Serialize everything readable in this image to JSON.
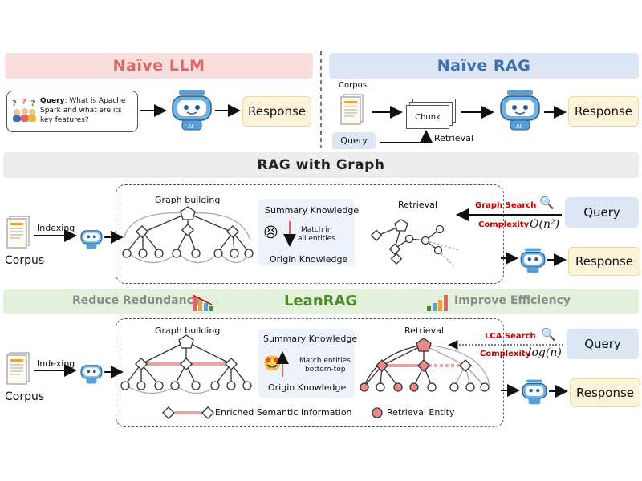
{
  "panels": {
    "naive_llm": {
      "title": "Naïve LLM",
      "query_label": "Query",
      "query_text": ": What is Apache Spark and what are its key features?",
      "response": "Response"
    },
    "naive_rag": {
      "title": "Naïve RAG",
      "corpus": "Corpus",
      "chunk": "Chunk",
      "query": "Query",
      "retrieval": "Retrieval",
      "response": "Response"
    },
    "rag_graph": {
      "title": "RAG with Graph",
      "indexing": "Indexing",
      "corpus": "Corpus",
      "graph_building": "Graph building",
      "summary_knowledge": "Summary Knowledge",
      "match_text_1": "Match in",
      "match_text_2": "all entities",
      "origin_knowledge": "Origin  Knowledge",
      "retrieval": "Retrieval",
      "graph_search": "Graph Search",
      "complexity": "Complexity",
      "complexity_value": "O(n²)",
      "query": "Query",
      "response": "Response"
    },
    "leanrag_band": {
      "reduce": "Reduce Redundancy",
      "title": "LeanRAG",
      "improve": "Improve Efficiency"
    },
    "leanrag": {
      "indexing": "Indexing",
      "corpus": "Corpus",
      "graph_building": "Graph building",
      "summary_knowledge": "Summary Knowledge",
      "match_text_1": "Match entities",
      "match_text_2": "bottom-top",
      "origin_knowledge": "Origin  Knowledge",
      "retrieval": "Retrieval",
      "lca_search": "LCA Search",
      "complexity": "Complexity",
      "complexity_value": "log(n)",
      "query": "Query",
      "response": "Response",
      "legend_enriched": "Enriched Semantic Information",
      "legend_entity": "Retrieval Entity"
    }
  },
  "colors": {
    "naive_llm_band": "#f9dede",
    "naive_llm_title": "#e06666",
    "naive_rag_band": "#dde6f4",
    "naive_rag_title": "#3b6fb6",
    "graph_band": "#ececec",
    "leanrag_band": "#e3f0dc",
    "leanrag_title": "#4b8b2b",
    "query_box": "#dde6f4",
    "response_box": "#fdf3d9",
    "highlight_red": "#c00000",
    "entity_red": "#ea8a8a",
    "enriched_edge": "#e8a3a3"
  }
}
